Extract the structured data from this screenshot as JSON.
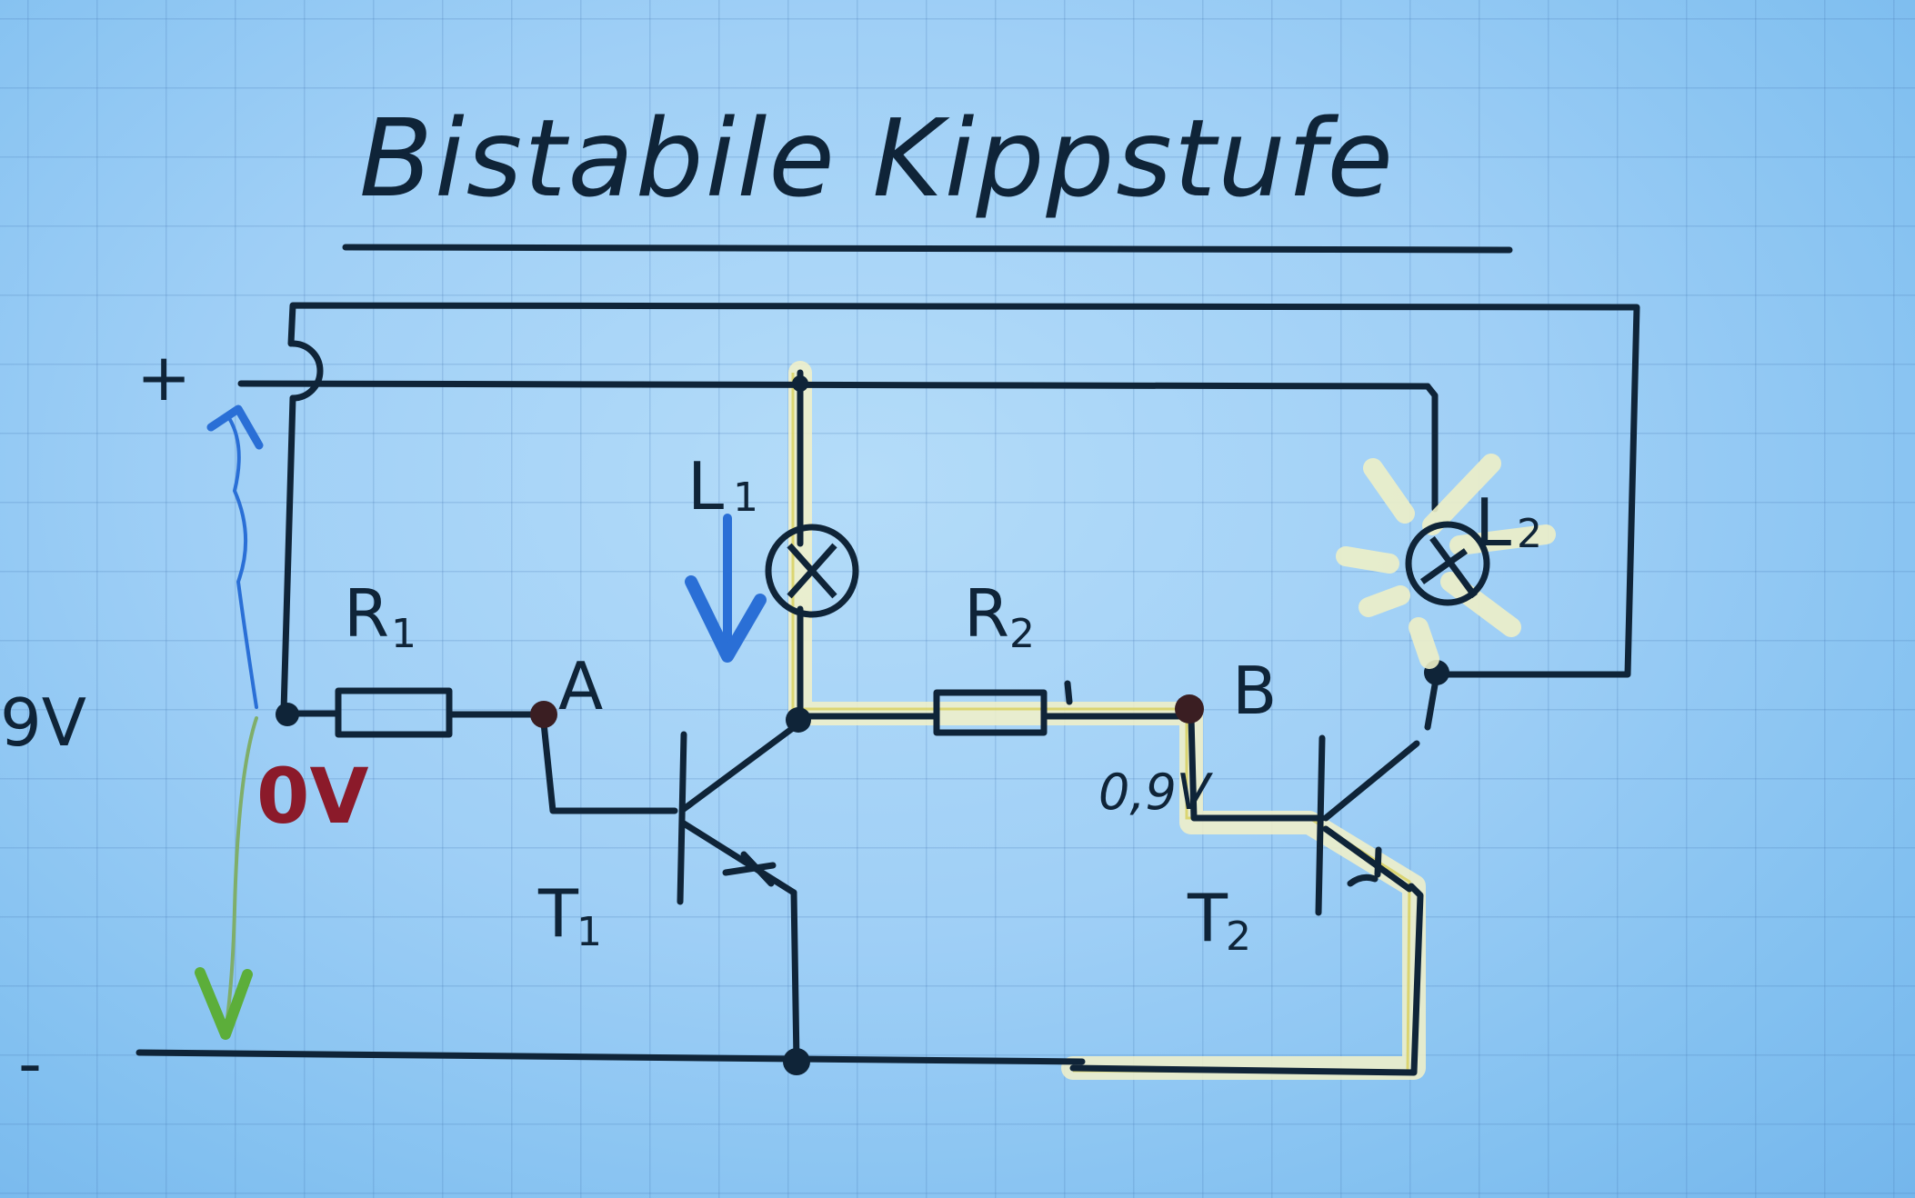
{
  "title": "Bistabile Kippstufe",
  "supply": {
    "plus_label": "+",
    "minus_label": "-",
    "voltage_label": "9V"
  },
  "components": {
    "R1": {
      "label": "R",
      "index": "1"
    },
    "R2": {
      "label": "R",
      "index": "2"
    },
    "L1": {
      "label": "L",
      "index": "1"
    },
    "L2": {
      "label": "L",
      "index": "2"
    },
    "T1": {
      "label": "T",
      "index": "1"
    },
    "T2": {
      "label": "T",
      "index": "2"
    }
  },
  "nodes": {
    "A": {
      "label": "A",
      "voltage": "0V"
    },
    "B": {
      "label": "B",
      "voltage": "0,9V"
    }
  },
  "colors": {
    "paper": "#9fcff6",
    "grid": "#4678b4",
    "ink": "#0f2438",
    "highlight": "#f3f1c8",
    "voltage_red": "#8b1a2a",
    "arrow_blue": "#2a6fd6",
    "arrow_green": "#5cae3a"
  }
}
